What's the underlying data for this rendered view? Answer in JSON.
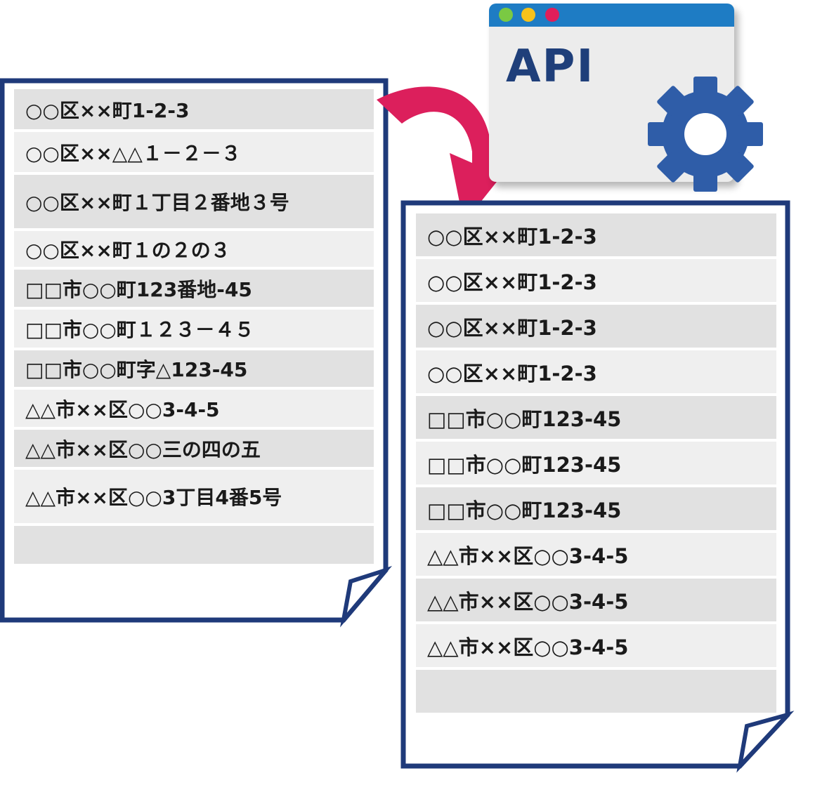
{
  "api_window": {
    "title": "API",
    "titlebar_color": "#1e7cc4",
    "dots": [
      {
        "name": "green-dot",
        "color": "#7ac943"
      },
      {
        "name": "yellow-dot",
        "color": "#f7c21a"
      },
      {
        "name": "red-dot",
        "color": "#e01e5a"
      }
    ],
    "icon": "gear-icon"
  },
  "arrow": {
    "icon": "curved-arrow-icon",
    "color": "#dc1f5c"
  },
  "input_document": {
    "border_color": "#1f3a7a",
    "rows": [
      "○○区××町1-2-3",
      "○○区××△△１－２－３",
      "○○区××町１丁目２番地３号",
      "○○区××町１の２の３",
      "□□市○○町123番地-45",
      "□□市○○町１２３－４５",
      "□□市○○町字△123-45",
      "△△市××区○○3-4-5",
      "△△市××区○○三の四の五",
      "△△市××区○○3丁目4番5号",
      ""
    ]
  },
  "output_document": {
    "border_color": "#1f3a7a",
    "rows": [
      "○○区××町1-2-3",
      "○○区××町1-2-3",
      "○○区××町1-2-3",
      "○○区××町1-2-3",
      "□□市○○町123-45",
      "□□市○○町123-45",
      "□□市○○町123-45",
      "△△市××区○○3-4-5",
      "△△市××区○○3-4-5",
      "△△市××区○○3-4-5",
      ""
    ]
  }
}
